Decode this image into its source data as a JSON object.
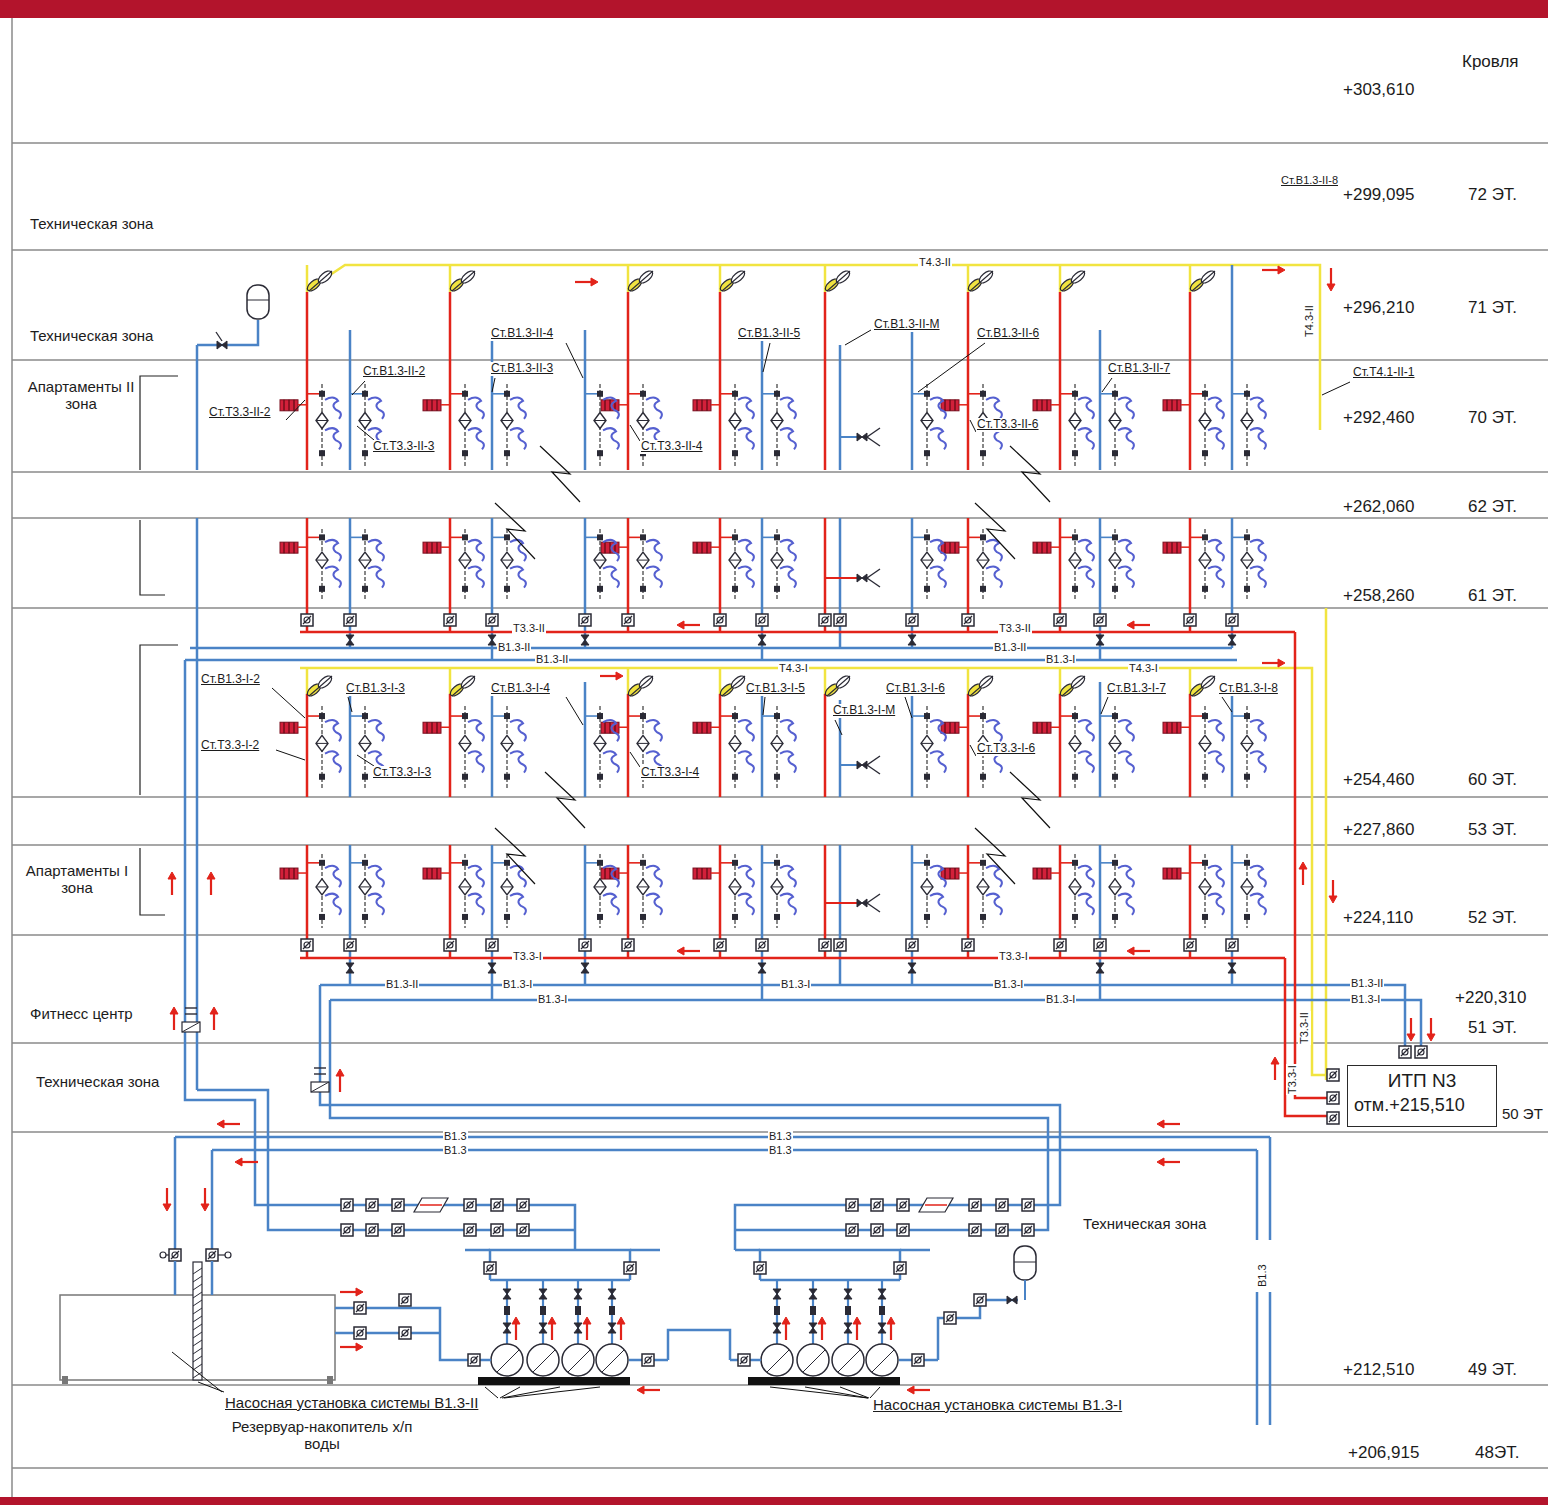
{
  "diagram": {
    "nodes": [
      {
        "text": [
          "ИТП N3",
          "отм.+215,510"
        ]
      }
    ],
    "labels": [
      "Кровля",
      "+303,610",
      "Техническая зона",
      "Ст.В1.3-II-8",
      "+299,095",
      "72 ЭТ.",
      "Техническая зона",
      "Т4.3-II",
      "Т4.3-II",
      "+296,210",
      "71 ЭТ.",
      "Апартаменты II зона",
      "Ст.В1.3-II-4",
      "Ст.В1.3-II-5",
      "Ст.В1.3-II-М",
      "Ст.В1.3-II-6",
      "Ст.В1.3-II-2",
      "Ст.В1.3-II-3",
      "Ст.В1.3-II-7",
      "Ст.Т4.1-II-1",
      "Ст.Т3.3-II-2",
      "Ст.Т3.3-II-3",
      "Ст.Т3.3-II-4",
      "Ст.Т3.3-II-6",
      "+292,460",
      "70 ЭТ.",
      "+262,060",
      "62 ЭТ.",
      "+258,260",
      "61 ЭТ.",
      "Т3.3-II",
      "В1.3-II",
      "В1.3-II",
      "Т3.3-II",
      "В1.3-II",
      "В1.3-I",
      "Т4.3-I",
      "Т4.3-I",
      "Ст.В1.3-I-2",
      "Ст.В1.3-I-3",
      "Ст.В1.3-I-4",
      "Ст.В1.3-I-5",
      "Ст.В1.3-I-6",
      "Ст.В1.3-I-7",
      "Ст.В1.3-I-8",
      "Ст.В1.3-I-М",
      "Ст.Т3.3-I-2",
      "Ст.Т3.3-I-3",
      "Ст.Т3.3-I-4",
      "Ст.Т3.3-I-6",
      "+254,460",
      "60 ЭТ.",
      "+227,860",
      "53 ЭТ.",
      "Апартаменты I зона",
      "+224,110",
      "52 ЭТ.",
      "Т3.3-I",
      "Т3.3-I",
      "В1.3-II",
      "В1.3-I",
      "В1.3-I",
      "В1.3-I",
      "В1.3-I",
      "В1.3-I",
      "Т3.3-II",
      "Т3.3-I",
      "В1.3-II",
      "В1.3-I",
      "+220,310",
      "51 ЭТ.",
      "Фитнесс центр",
      "50 ЭТ",
      "Техническая зона",
      "В1.3",
      "В1.3",
      "В1.3",
      "В1.3",
      "Техническая зона",
      "В1.3",
      "+212,510",
      "49 ЭТ.",
      "Насосная установка системы В1.3-II",
      "Резервуар-накопитель х/п воды",
      "Насосная установка системы В1.3-I",
      "+206,915",
      "48ЭТ."
    ]
  }
}
